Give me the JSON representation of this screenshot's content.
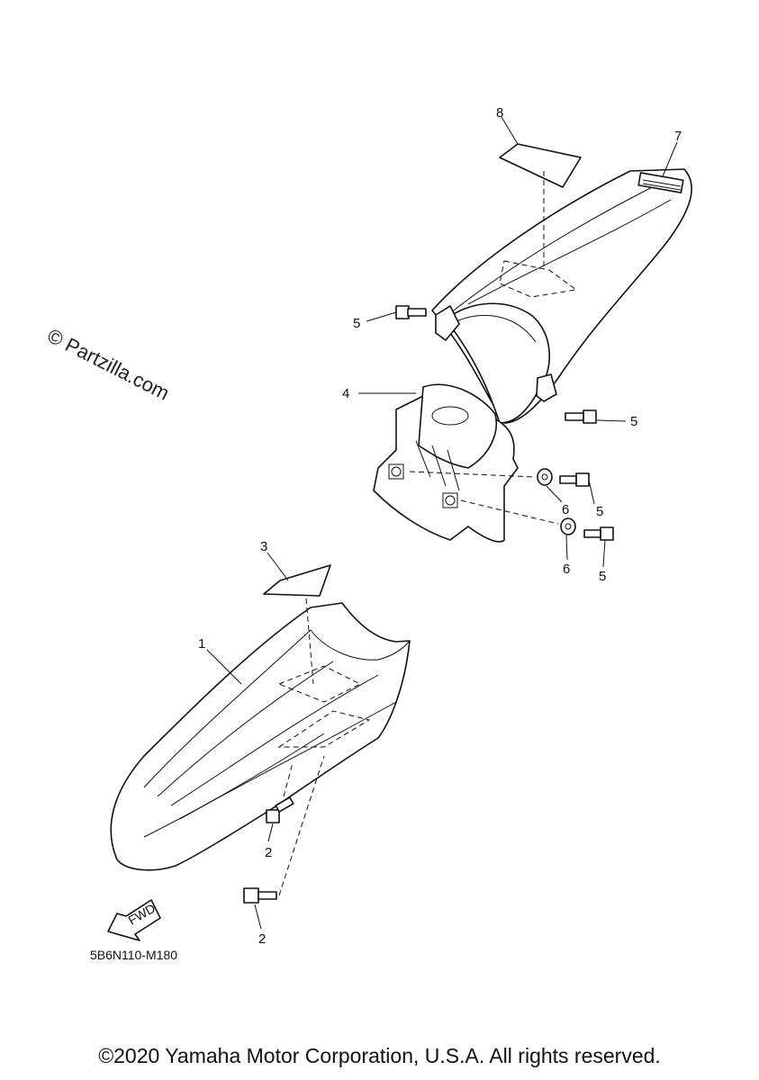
{
  "watermark": "© Partzilla.com",
  "diagram_code": "5B6N110-M180",
  "copyright": "©2020 Yamaha Motor Corporation, U.S.A. All rights reserved.",
  "fwd_label": "FWD",
  "callouts": {
    "c1": "1",
    "c2a": "2",
    "c2b": "2",
    "c3": "3",
    "c4": "4",
    "c5a": "5",
    "c5b": "5",
    "c5c": "5",
    "c5d": "5",
    "c6a": "6",
    "c6b": "6",
    "c7": "7",
    "c8": "8"
  }
}
